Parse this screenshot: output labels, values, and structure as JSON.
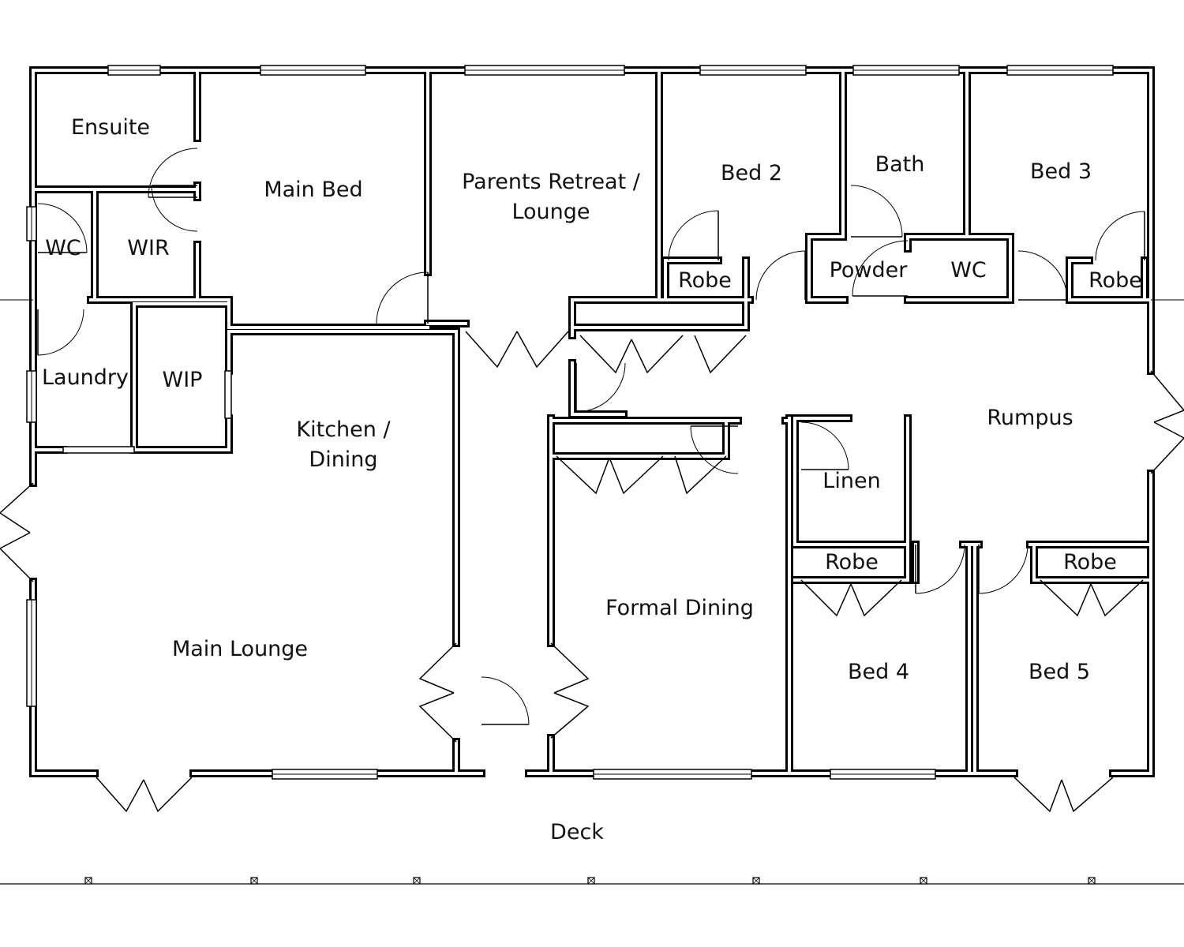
{
  "rooms": {
    "ensuite": "Ensuite",
    "main_bed": "Main Bed",
    "parents_retreat_1": "Parents Retreat /",
    "parents_retreat_2": "Lounge",
    "bed2": "Bed 2",
    "bath": "Bath",
    "bed3": "Bed 3",
    "wc1": "WC",
    "wir": "WIR",
    "robe_bed2": "Robe",
    "powder": "Powder",
    "wc2": "WC",
    "robe_bed3": "Robe",
    "laundry": "Laundry",
    "wip": "WIP",
    "kitchen_1": "Kitchen /",
    "kitchen_2": "Dining",
    "rumpus": "Rumpus",
    "linen": "Linen",
    "robe_bed4": "Robe",
    "robe_bed5": "Robe",
    "formal_dining": "Formal Dining",
    "main_lounge": "Main Lounge",
    "bed4": "Bed 4",
    "bed5": "Bed 5",
    "deck": "Deck"
  },
  "colors": {
    "line": "#000000",
    "background": "#ffffff"
  }
}
